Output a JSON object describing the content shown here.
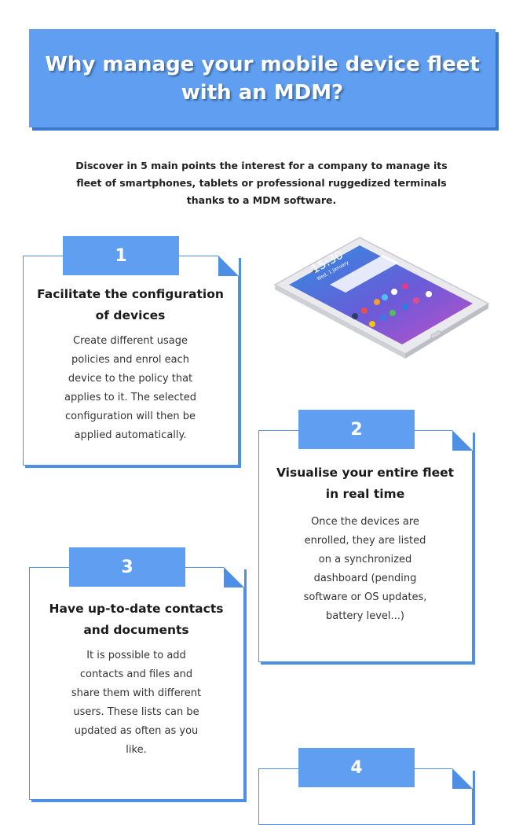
{
  "header": {
    "title_line1": "Why manage your mobile device fleet",
    "title_line2": "with an MDM?"
  },
  "intro": {
    "line1": "Discover in 5 main points the interest for a company to manage its",
    "line2": "fleet of smartphones, tablets or professional ruggedized terminals",
    "line3": "thanks to a MDM software."
  },
  "tablet": {
    "clock": "15:30",
    "date": "Wed, 1 January"
  },
  "cards": [
    {
      "number": "1",
      "title_line1": "Facilitate the configuration",
      "title_line2": "of devices",
      "body": [
        "Create different usage",
        "policies and enrol each",
        "device to the policy that",
        "applies to it. The selected",
        "configuration will then be",
        "applied automatically."
      ]
    },
    {
      "number": "2",
      "title_line1": "Visualise your entire fleet",
      "title_line2": "in real time",
      "body": [
        "Once the devices are",
        "enrolled, they are listed",
        "on a synchronized",
        "dashboard (pending",
        "software or OS updates,",
        "battery level...)"
      ]
    },
    {
      "number": "3",
      "title_line1": "Have up-to-date contacts",
      "title_line2": "and documents",
      "body": [
        "It is possible to add",
        "contacts and files and",
        "share them with different",
        "users. These lists can be",
        "updated as often as you",
        "like."
      ]
    },
    {
      "number": "4"
    }
  ],
  "colors": {
    "accent": "#5f9ef0",
    "accent_dark": "#3a78cf",
    "border": "#4e8fe6"
  }
}
